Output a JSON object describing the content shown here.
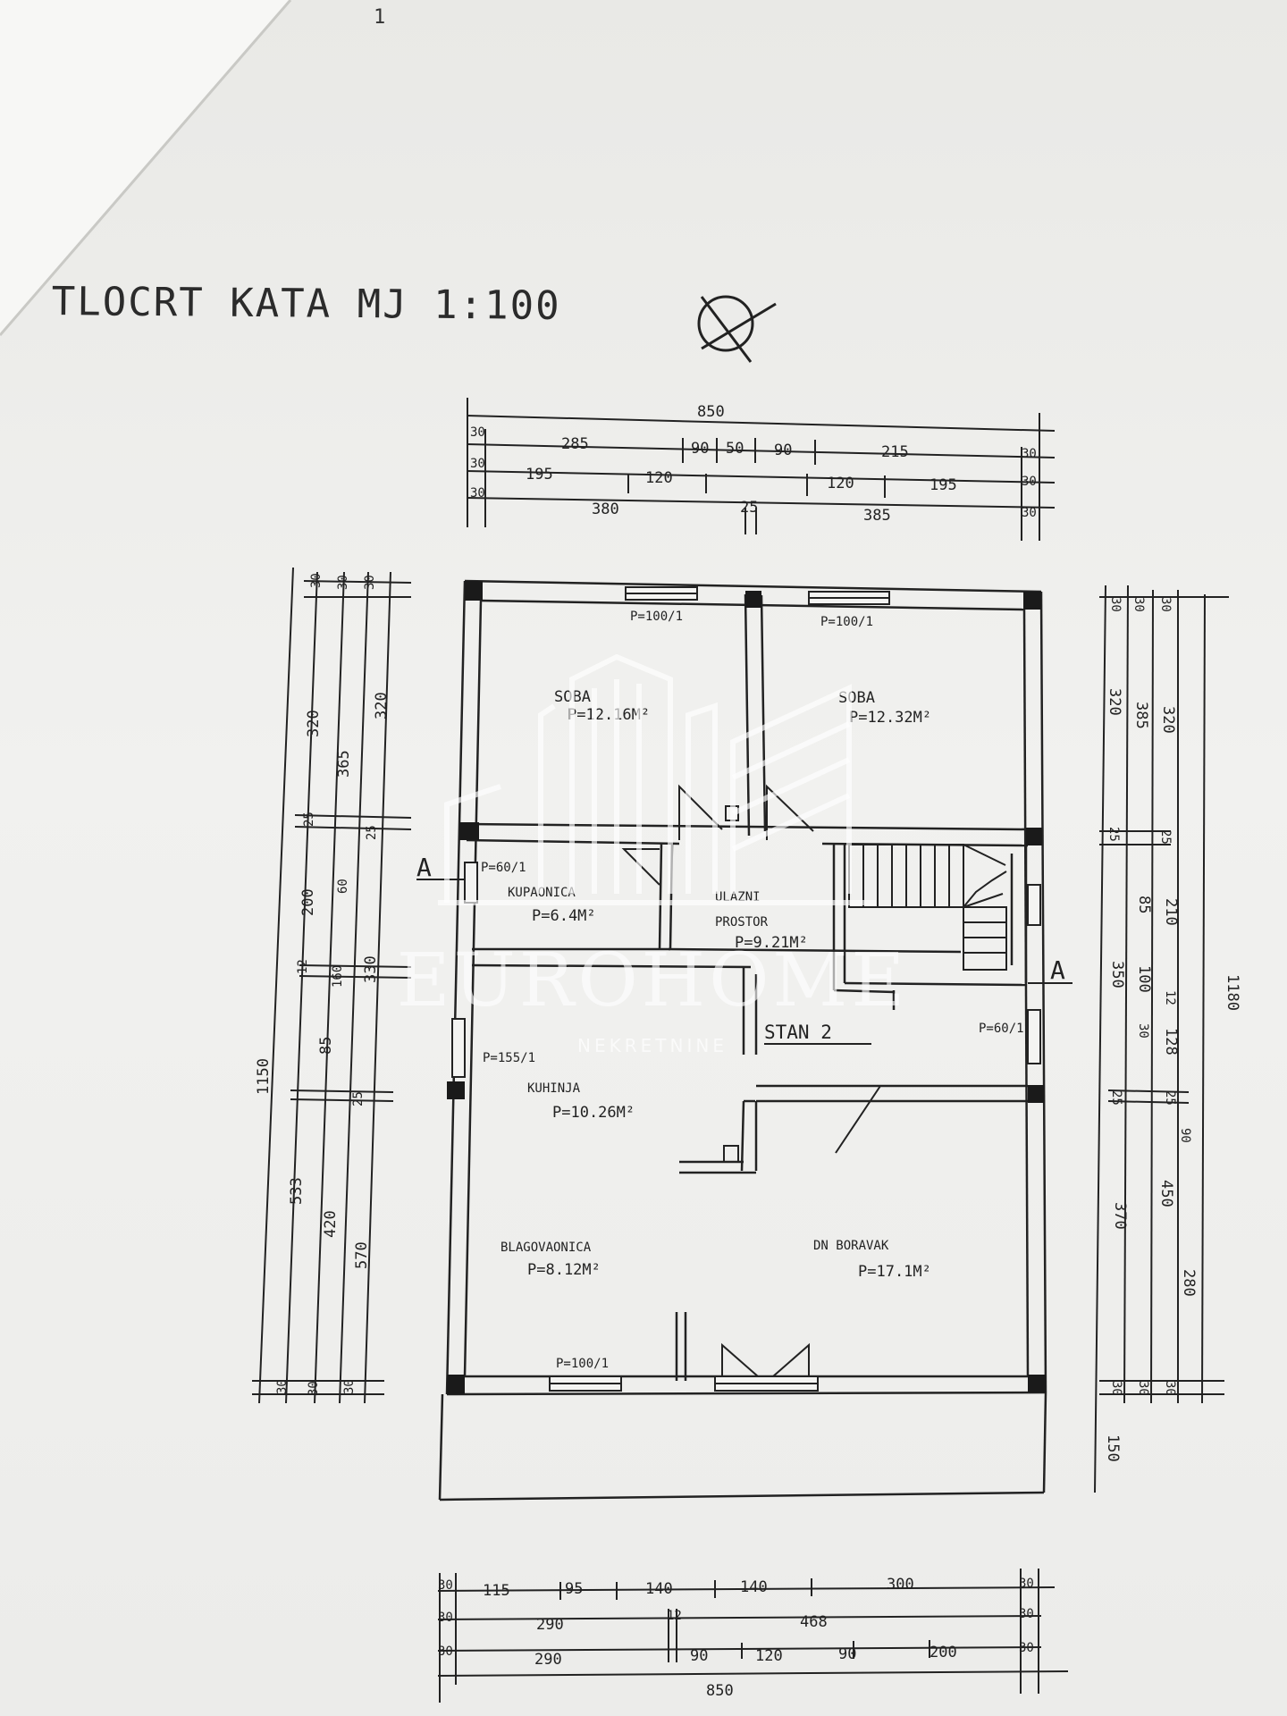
{
  "sheet": {
    "title": "TLOCRT KATA MJ 1:100",
    "corner_mark": "1"
  },
  "section_marks": {
    "left": "A",
    "right": "A"
  },
  "rooms": {
    "soba_left": {
      "name": "SOBA",
      "area": "P=12.16M²"
    },
    "soba_right": {
      "name": "SOBA",
      "area": "P=12.32M²"
    },
    "kupaonica": {
      "name": "KUPAONICA",
      "area": "P=6.4M²"
    },
    "ulazni_prostor": {
      "name_line1": "ULAZNI",
      "name_line2": "PROSTOR",
      "area": "P=9.21M²"
    },
    "kuhinja": {
      "name": "KUHINJA",
      "area": "P=10.26M²"
    },
    "blagovaonica": {
      "name": "BLAGOVAONICA",
      "area": "P=8.12M²"
    },
    "dnevni_boravak": {
      "name": "DN BORAVAK",
      "area": "P=17.1M²"
    },
    "stan": {
      "name": "STAN 2"
    }
  },
  "openings": {
    "win_top_left": "P=100/1",
    "win_top_right": "P=100/1",
    "win_kupaonica": "P=60/1",
    "win_kuhinja": "P=155/1",
    "win_bottom_left": "P=100/1",
    "win_stan": "P=60/1"
  },
  "dimensions": {
    "top": {
      "total": "850",
      "row1": [
        "30",
        "285",
        "90",
        "50",
        "90",
        "215",
        "30"
      ],
      "row2": [
        "30",
        "195",
        "120",
        "120",
        "195",
        "30"
      ],
      "row3": [
        "30",
        "380",
        "25",
        "385",
        "30"
      ]
    },
    "bottom": {
      "total": "850",
      "row1": [
        "30",
        "115",
        "95",
        "140",
        "140",
        "300",
        "30"
      ],
      "row2": [
        "30",
        "290",
        "12",
        "468",
        "30"
      ],
      "row3": [
        "30",
        "290",
        "90",
        "120",
        "90",
        "200",
        "30"
      ]
    },
    "left": {
      "total": "1150",
      "outer": "533",
      "col1": [
        "30",
        "320",
        "25",
        "200",
        "12",
        "85",
        "25",
        "420",
        "30"
      ],
      "col2": [
        "30",
        "365",
        "60",
        "160",
        "30"
      ],
      "col3": [
        "30",
        "320",
        "25",
        "330",
        "570",
        "30"
      ]
    },
    "right": {
      "total": "1180",
      "overhang": "150",
      "col1": [
        "30",
        "320",
        "25",
        "350",
        "25",
        "370",
        "30"
      ],
      "col2": [
        "30",
        "385",
        "85",
        "100",
        "30",
        "450",
        "30"
      ],
      "col3": [
        "30",
        "320",
        "25",
        "210",
        "12",
        "128",
        "25",
        "90",
        "280",
        "30"
      ]
    }
  },
  "watermark": {
    "brand": "EUROHOME",
    "sub": "NEKRETNINE"
  },
  "colors": {
    "ink": "#222222",
    "paper": "#eeeeec",
    "fold": "#f8f8f6",
    "watermark": "#ffffff"
  }
}
